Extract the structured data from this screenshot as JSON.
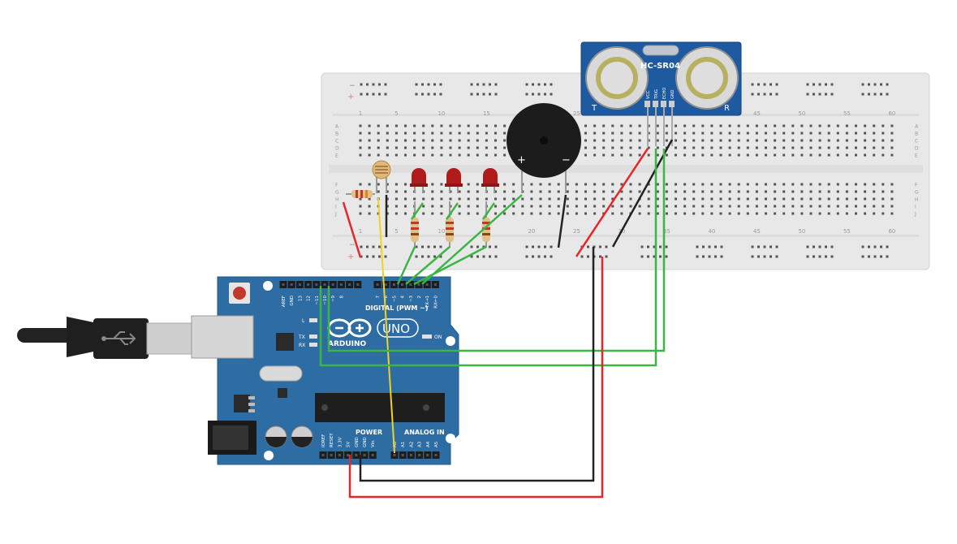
{
  "breadboard": {
    "column_numbers": [
      "1",
      "5",
      "10",
      "15",
      "20",
      "25",
      "30",
      "35",
      "40",
      "45",
      "50",
      "55",
      "60"
    ],
    "row_letters_top": [
      "A",
      "B",
      "C",
      "D",
      "E"
    ],
    "row_letters_bottom": [
      "F",
      "G",
      "H",
      "I",
      "J"
    ],
    "rail_plus": "+",
    "rail_minus": "−"
  },
  "sensor": {
    "name": "HC-SR04",
    "pins": [
      "VCC",
      "TRIG",
      "ECHO",
      "GND"
    ],
    "left_mark": "T",
    "right_mark": "R"
  },
  "buzzer": {
    "plus": "+",
    "minus": "−"
  },
  "arduino": {
    "brand": "ARDUINO",
    "model": "UNO",
    "digital_label": "DIGITAL (PWM ~)",
    "power_label": "POWER",
    "analog_label": "ANALOG IN",
    "digital_pins": [
      "AREF",
      "GND",
      "13",
      "12",
      "~11",
      "~10",
      "~9",
      "8",
      "7",
      "~6",
      "~5",
      "4",
      "~3",
      "2",
      "TX→1",
      "RX←0"
    ],
    "power_pins": [
      "IOREF",
      "RESET",
      "3.3V",
      "5V",
      "GND",
      "GND",
      "Vin"
    ],
    "analog_pins": [
      "A0",
      "A1",
      "A2",
      "A3",
      "A4",
      "A5"
    ],
    "led_labels": {
      "l": "L",
      "tx": "TX",
      "rx": "RX",
      "on": "ON"
    }
  },
  "colors": {
    "wire_red": "#e8262a",
    "wire_black": "#222222",
    "wire_green": "#3cb545",
    "wire_yellow": "#f2d21e",
    "board_blue": "#2e6da4",
    "breadboard": "#e9e9e9",
    "sensor_blue": "#1e5aa0"
  }
}
